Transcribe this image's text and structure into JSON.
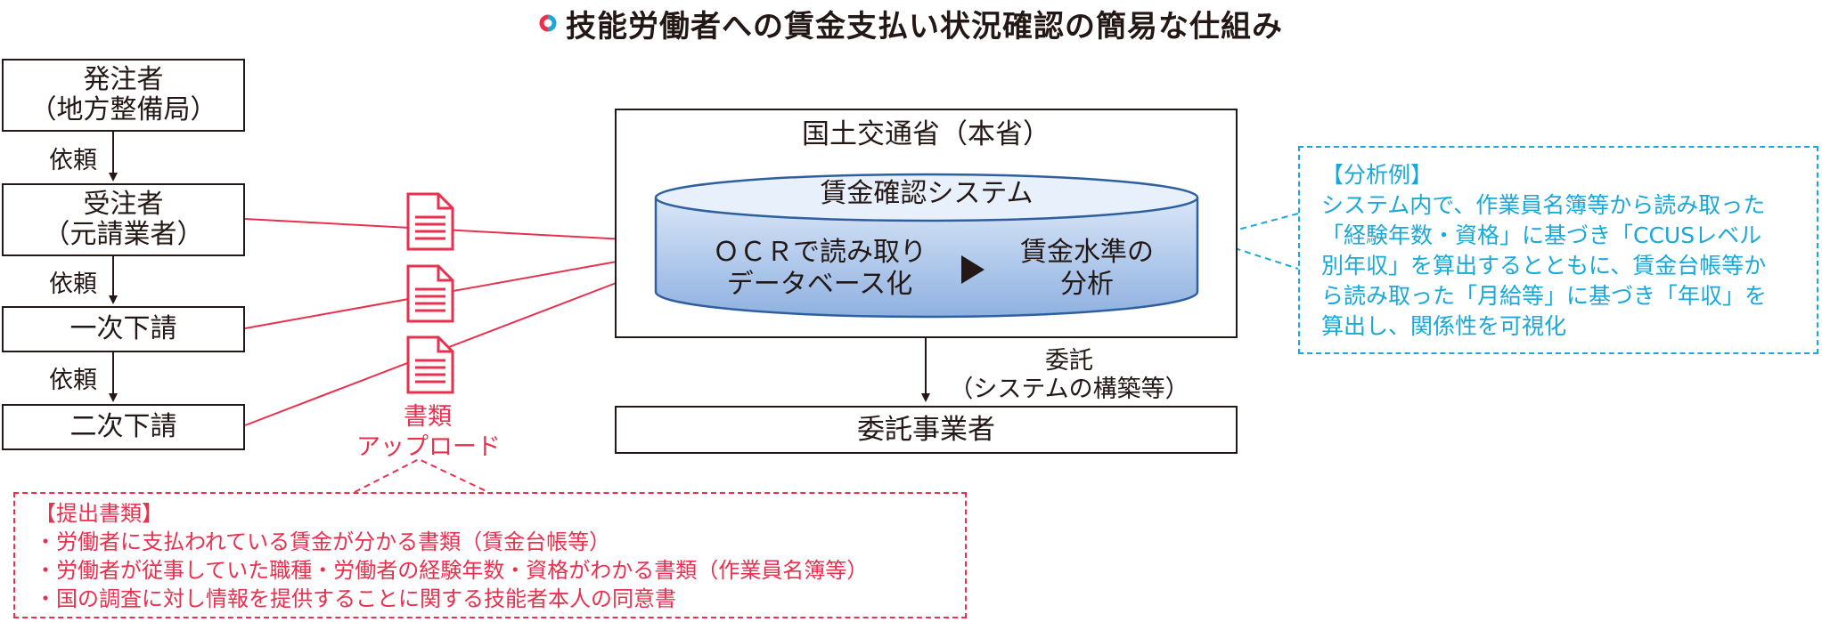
{
  "title": "技能労働者への賃金支払い状況確認の簡易な仕組み",
  "colors": {
    "red": "#e8304f",
    "blue": "#1aa8d8",
    "dark": "#231815",
    "cylinder": "#a8c4ea",
    "cylinder_edge": "#2e5f9e"
  },
  "left_column": {
    "orderer": {
      "line1": "発注者",
      "line2": "（地方整備局）"
    },
    "contractor": {
      "line1": "受注者",
      "line2": "（元請業者）"
    },
    "primary_sub": "一次下請",
    "secondary_sub": "二次下請",
    "request_labels": [
      "依頼",
      "依頼",
      "依頼"
    ]
  },
  "documents": {
    "icon": "document-icon",
    "label_line1": "書類",
    "label_line2": "アップロード"
  },
  "ministry": {
    "title": "国土交通省（本省）",
    "system_name": "賃金確認システム",
    "ocr_line1": "ＯＣＲで読み取り",
    "ocr_line2": "データベース化",
    "arrow_icon": "triangle-right-icon",
    "analysis_line1": "賃金水準の",
    "analysis_line2": "分析"
  },
  "delegation": {
    "label_line1": "委託",
    "label_line2": "（システムの構築等）",
    "contractor": "委託事業者"
  },
  "analysis_example": {
    "heading": "【分析例】",
    "lines": [
      "システム内で、作業員名簿等から読み取った",
      "「経験年数・資格」に基づき「CCUSレベル",
      "別年収」を算出するとともに、賃金台帳等か",
      "ら読み取った「月給等」に基づき「年収」を",
      "算出し、関係性を可視化"
    ]
  },
  "submitted_documents": {
    "heading": "【提出書類】",
    "items": [
      "・労働者に支払われている賃金が分かる書類（賃金台帳等）",
      "・労働者が従事していた職種・労働者の経験年数・資格がわかる書類（作業員名簿等）",
      "・国の調査に対し情報を提供することに関する技能者本人の同意書"
    ]
  }
}
